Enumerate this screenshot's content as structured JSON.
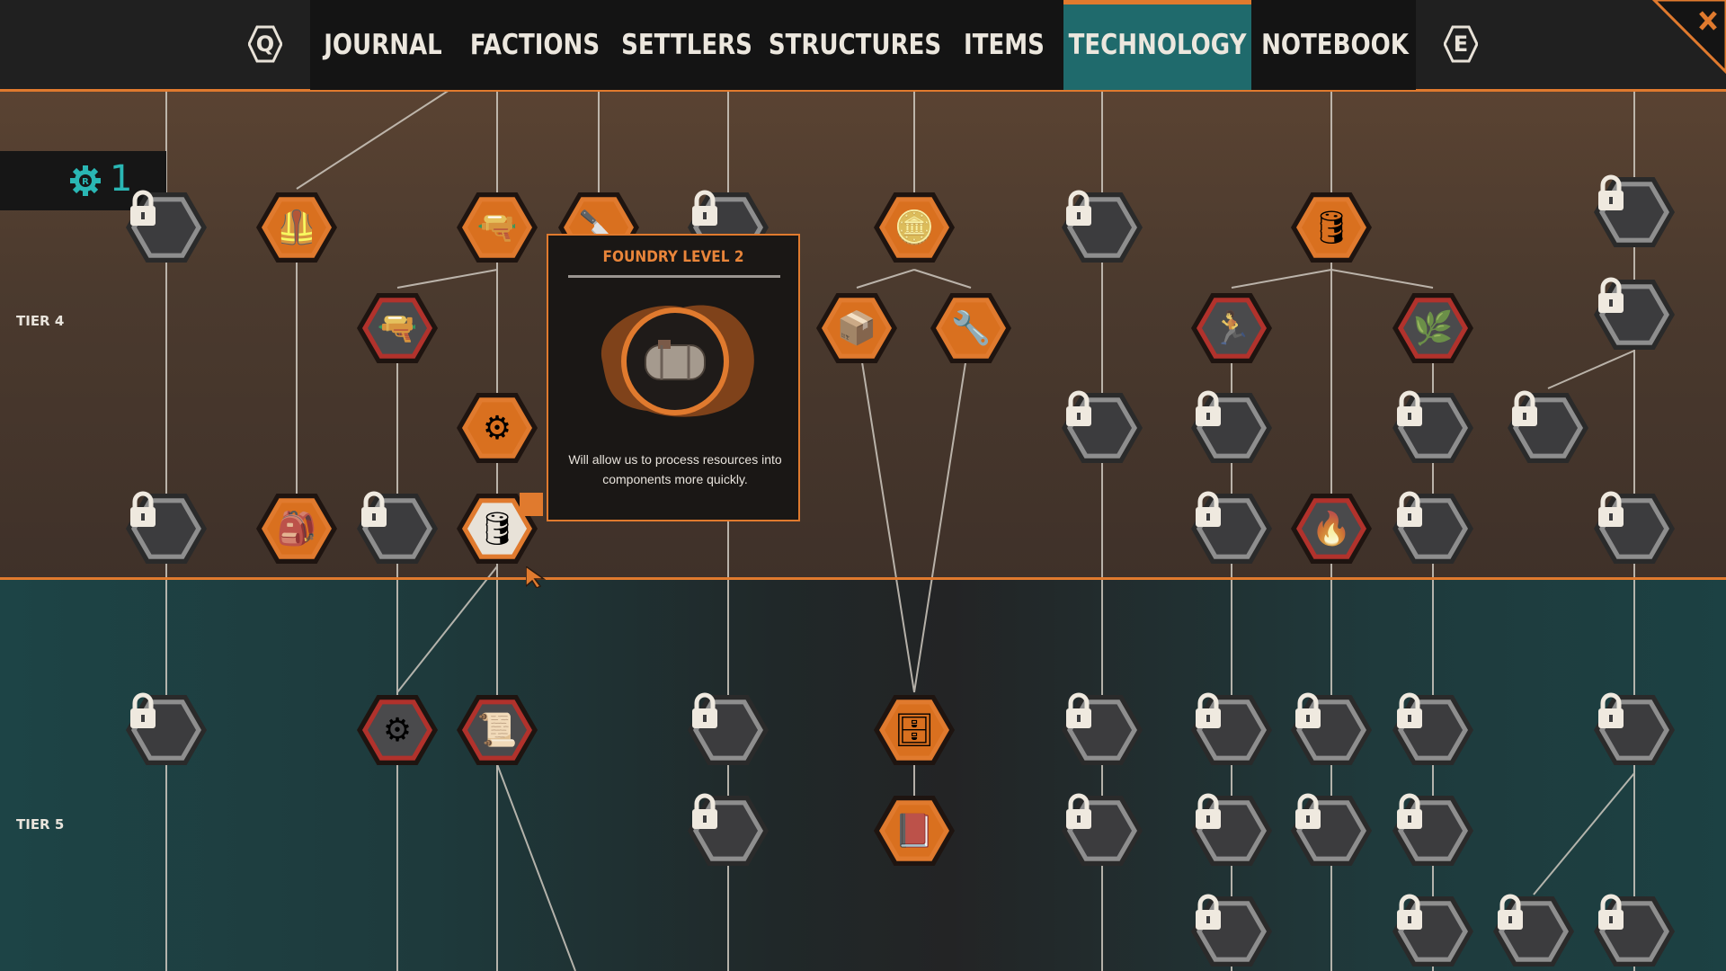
{
  "nav": {
    "prev_key": "Q",
    "next_key": "E",
    "tabs": [
      {
        "label": "JOURNAL",
        "active": false
      },
      {
        "label": "FACTIONS",
        "active": false
      },
      {
        "label": "SETTLERS",
        "active": false
      },
      {
        "label": "STRUCTURES",
        "active": false
      },
      {
        "label": "ITEMS",
        "active": false
      },
      {
        "label": "TECHNOLOGY",
        "active": true
      },
      {
        "label": "NOTEBOOK",
        "active": false
      }
    ],
    "close_icon": "close-icon"
  },
  "research_points": {
    "icon": "research-gear-icon",
    "value": "1"
  },
  "tiers": [
    {
      "label": "TIER 4"
    },
    {
      "label": "TIER 5"
    }
  ],
  "tooltip": {
    "title": "FOUNDRY LEVEL 2",
    "image_icon": "foundry-tank-icon",
    "description": "Will allow us to process resources into components more quickly."
  },
  "colors": {
    "accent_orange": "#e07a2e",
    "active_tab_teal": "#1f6a6c",
    "research_teal": "#2ab7b4",
    "locked_gray": "#8e8e8e",
    "available_red": "#b1322c"
  },
  "nodes": [
    {
      "id": "t4-c1-r1",
      "state": "locked",
      "icon": "lock-icon"
    },
    {
      "id": "t4-c2-r1",
      "state": "unlocked",
      "icon": "body-armor-icon"
    },
    {
      "id": "t4-c3-r1",
      "state": "unlocked",
      "icon": "pistols-icon"
    },
    {
      "id": "t4-c4-r1",
      "state": "unlocked",
      "icon": "knife-icon"
    },
    {
      "id": "t4-c5-r1",
      "state": "locked",
      "icon": "lock-icon"
    },
    {
      "id": "t4-c6-r1",
      "state": "unlocked",
      "icon": "gold-bars-icon"
    },
    {
      "id": "t4-c7-r1",
      "state": "locked",
      "icon": "lock-icon"
    },
    {
      "id": "t4-c8-r1",
      "state": "unlocked",
      "icon": "barrel-icon"
    },
    {
      "id": "t4-c9-r1",
      "state": "locked",
      "icon": "lock-icon"
    },
    {
      "id": "t4-c3b-r2",
      "state": "available",
      "icon": "smg-icon"
    },
    {
      "id": "t4-c6a-r2",
      "state": "unlocked",
      "icon": "crate-icon"
    },
    {
      "id": "t4-c6b-r2",
      "state": "unlocked",
      "icon": "crowbar-icon"
    },
    {
      "id": "t4-c8a-r2",
      "state": "available",
      "icon": "running-man-icon"
    },
    {
      "id": "t4-c8b-r2",
      "state": "available",
      "icon": "plant-icon"
    },
    {
      "id": "t4-c9-r2",
      "state": "locked",
      "icon": "lock-icon"
    },
    {
      "id": "t4-c3-r3",
      "state": "unlocked",
      "icon": "gears-icon"
    },
    {
      "id": "t4-c7-r3",
      "state": "locked",
      "icon": "lock-icon"
    },
    {
      "id": "t4-c8a-r3",
      "state": "locked",
      "icon": "lock-icon"
    },
    {
      "id": "t4-c8b-r3",
      "state": "locked",
      "icon": "lock-icon"
    },
    {
      "id": "t4-c9a-r3",
      "state": "locked",
      "icon": "lock-icon"
    },
    {
      "id": "t4-c1-r4",
      "state": "locked",
      "icon": "lock-icon"
    },
    {
      "id": "t4-c2-r4",
      "state": "unlocked",
      "icon": "backpack-icon"
    },
    {
      "id": "t4-c3b-r4",
      "state": "locked",
      "icon": "lock-icon"
    },
    {
      "id": "t4-c3-r4",
      "state": "selected",
      "icon": "foundry-tank-icon"
    },
    {
      "id": "t4-c8a-r4",
      "state": "locked",
      "icon": "lock-icon"
    },
    {
      "id": "t4-c8-r4",
      "state": "available",
      "icon": "stove-icon"
    },
    {
      "id": "t4-c8b-r4",
      "state": "locked",
      "icon": "lock-icon"
    },
    {
      "id": "t4-c9-r4",
      "state": "locked",
      "icon": "lock-icon"
    },
    {
      "id": "t5-c1-r1",
      "state": "locked",
      "icon": "lock-icon"
    },
    {
      "id": "t5-c3b-r1",
      "state": "available",
      "icon": "gear-icon"
    },
    {
      "id": "t5-c3-r1",
      "state": "available",
      "icon": "blueprint-icon"
    },
    {
      "id": "t5-c5-r1",
      "state": "locked",
      "icon": "lock-icon"
    },
    {
      "id": "t5-c6-r1",
      "state": "unlocked",
      "icon": "locker-icon"
    },
    {
      "id": "t5-c7-r1",
      "state": "locked",
      "icon": "lock-icon"
    },
    {
      "id": "t5-c8a-r1",
      "state": "locked",
      "icon": "lock-icon"
    },
    {
      "id": "t5-c8-r1",
      "state": "locked",
      "icon": "lock-icon"
    },
    {
      "id": "t5-c8b-r1",
      "state": "locked",
      "icon": "lock-icon"
    },
    {
      "id": "t5-c9-r1",
      "state": "locked",
      "icon": "lock-icon"
    },
    {
      "id": "t5-c5-r2",
      "state": "locked",
      "icon": "lock-icon"
    },
    {
      "id": "t5-c6-r2",
      "state": "unlocked",
      "icon": "book-icon"
    },
    {
      "id": "t5-c7-r2",
      "state": "locked",
      "icon": "lock-icon"
    },
    {
      "id": "t5-c8a-r2",
      "state": "locked",
      "icon": "lock-icon"
    },
    {
      "id": "t5-c8-r2",
      "state": "locked",
      "icon": "lock-icon"
    },
    {
      "id": "t5-c8b-r2",
      "state": "locked",
      "icon": "lock-icon"
    },
    {
      "id": "t5-c8a-r3",
      "state": "locked",
      "icon": "lock-icon"
    },
    {
      "id": "t5-c8b-r3",
      "state": "locked",
      "icon": "lock-icon"
    },
    {
      "id": "t5-c9a-r3",
      "state": "locked",
      "icon": "lock-icon"
    },
    {
      "id": "t5-c9-r3",
      "state": "locked",
      "icon": "lock-icon"
    }
  ]
}
